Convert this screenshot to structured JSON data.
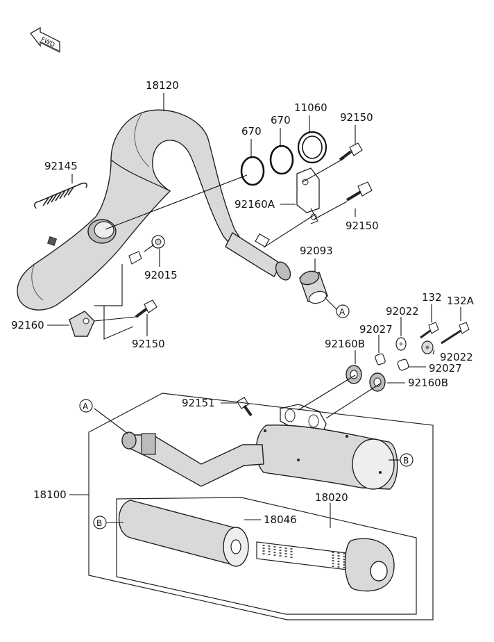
{
  "fwd_label": "FWD",
  "parts": {
    "p18120": "18120",
    "p92145": "92145",
    "p670a": "670",
    "p670b": "670",
    "p11060": "11060",
    "p92150a": "92150",
    "p92160A": "92160A",
    "p92150b": "92150",
    "p92093": "92093",
    "p92015": "92015",
    "p92160": "92160",
    "p92150c": "92150",
    "p132": "132",
    "p132A": "132A",
    "p92022a": "92022",
    "p92027a": "92027",
    "p92022b": "92022",
    "p92027b": "92027",
    "p92160Ba": "92160B",
    "p92160Bb": "92160B",
    "p92151": "92151",
    "p18100": "18100",
    "p18020": "18020",
    "p18046": "18046"
  },
  "callouts": {
    "a1": "A",
    "a2": "A",
    "b1": "B",
    "b2": "B"
  }
}
